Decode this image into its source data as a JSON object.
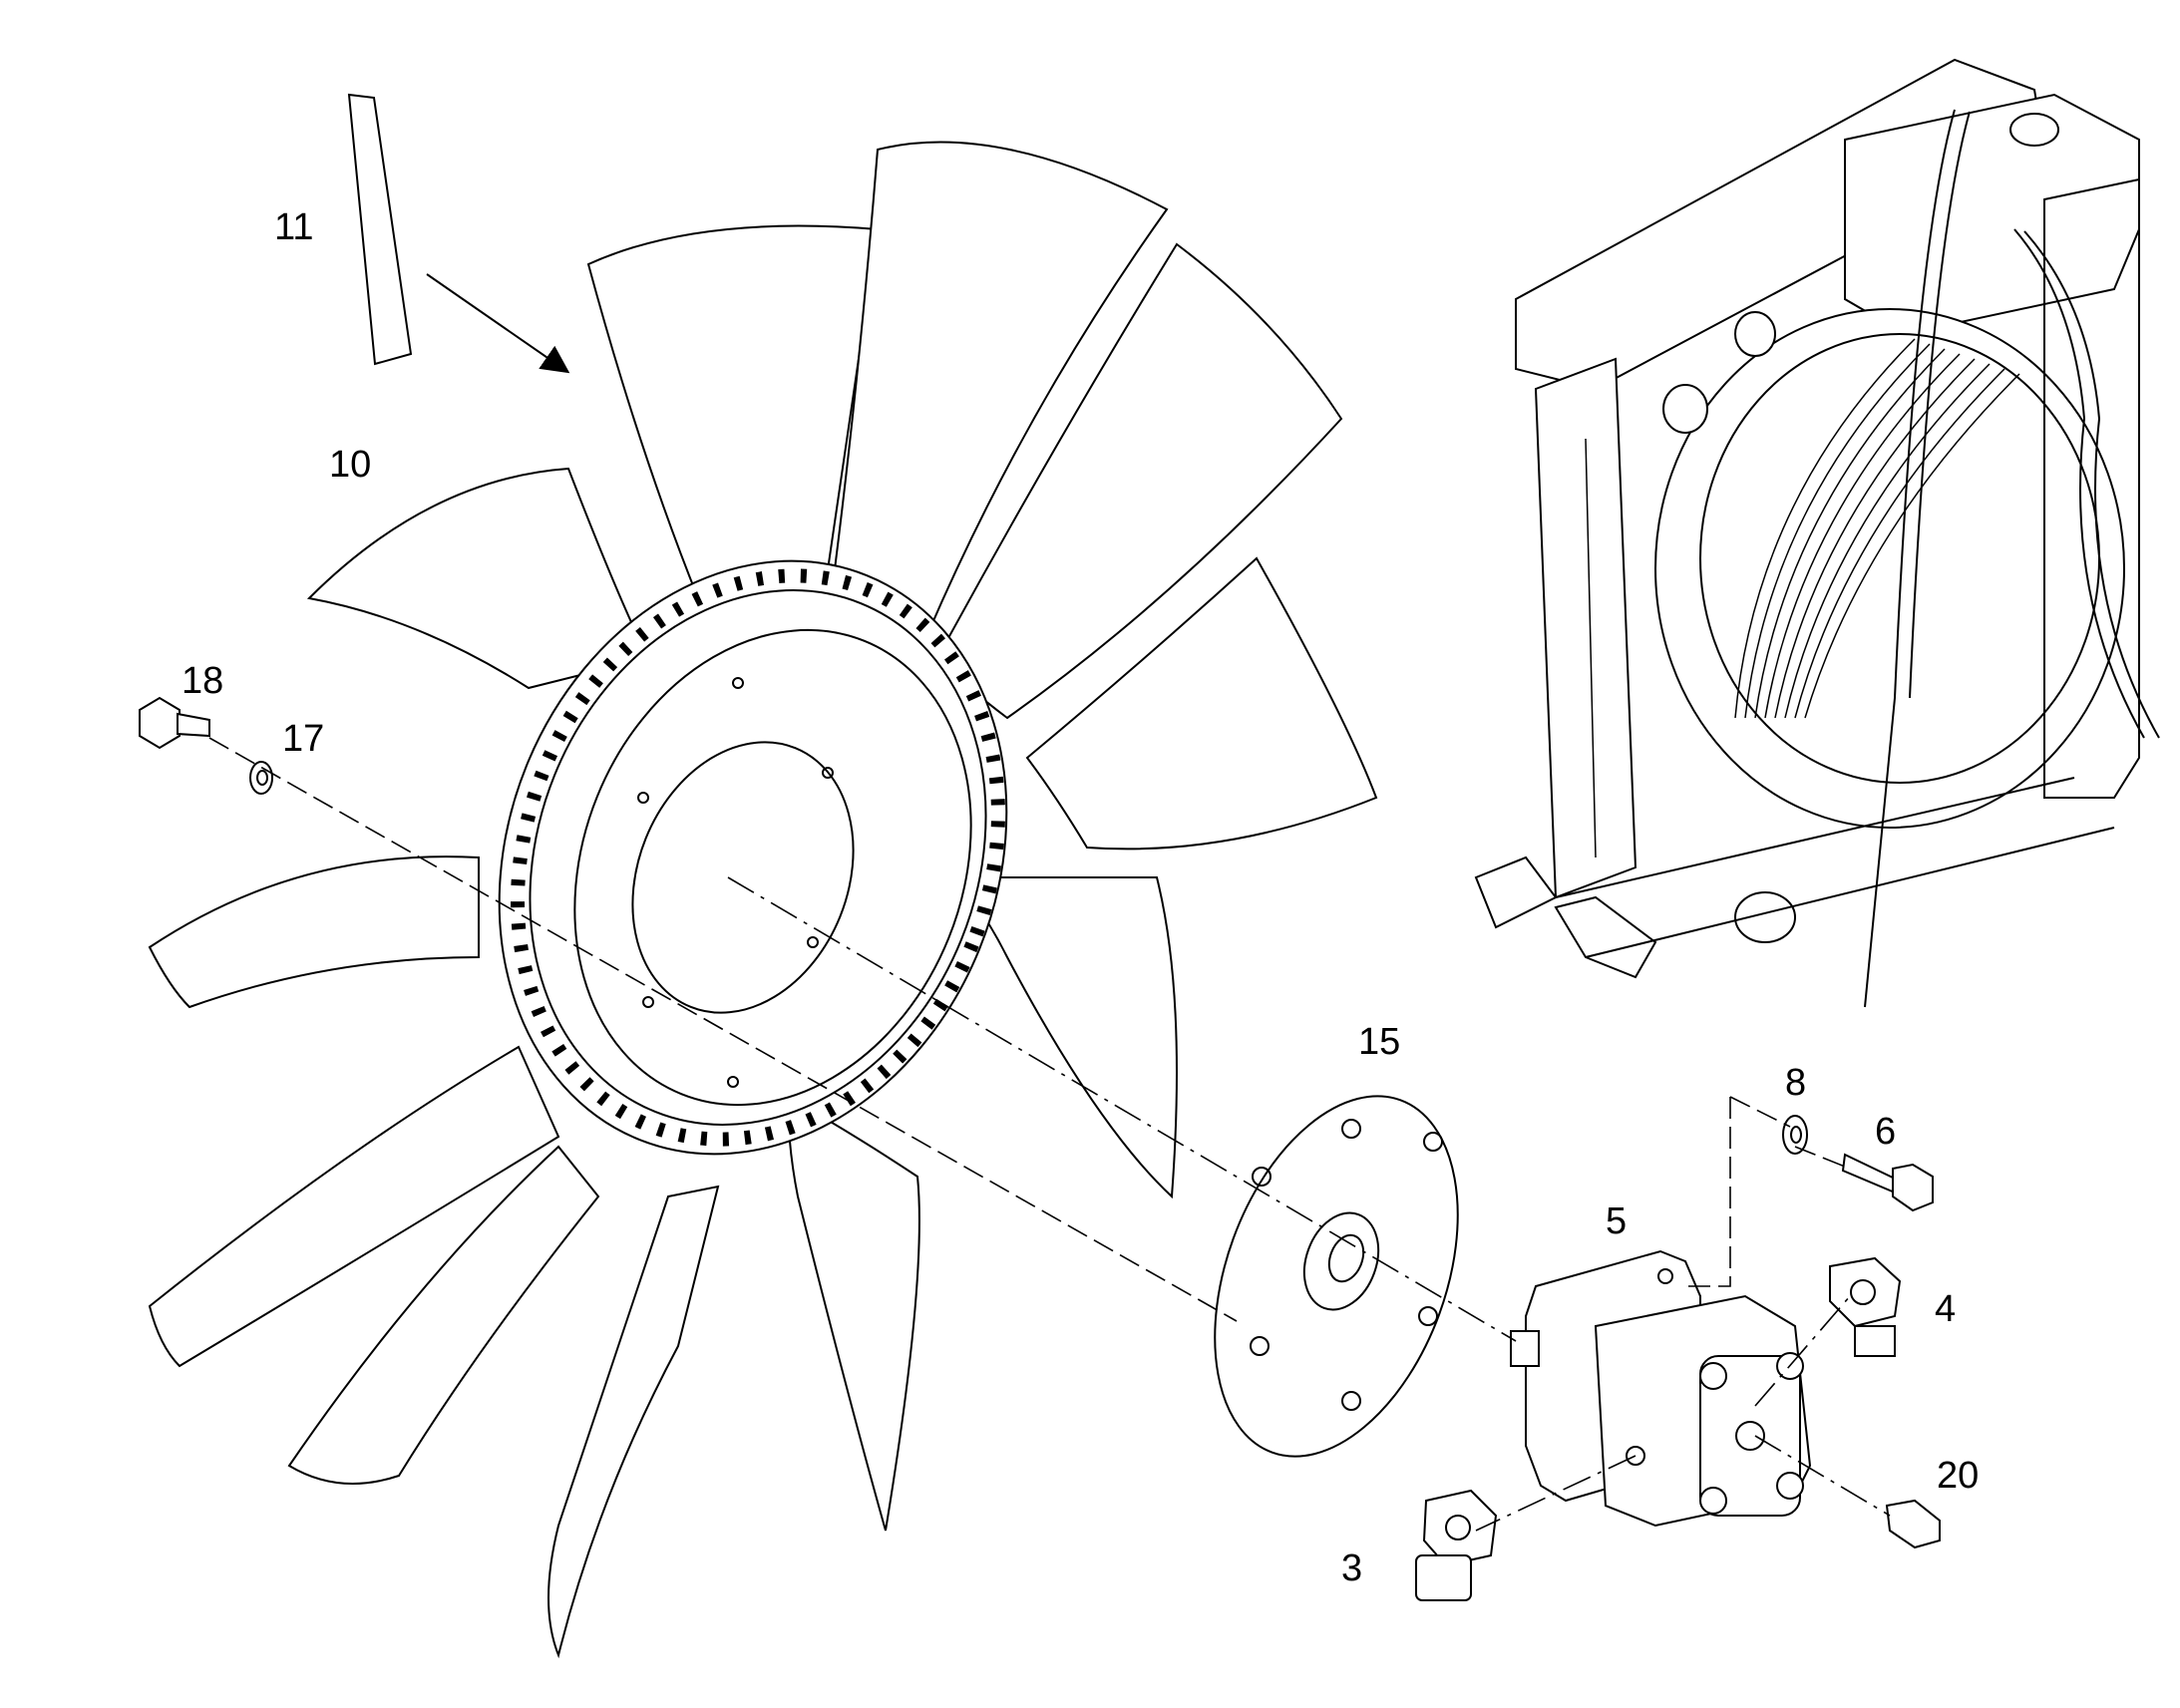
{
  "diagram": {
    "callouts": [
      {
        "id": "c11",
        "text": "11"
      },
      {
        "id": "c10",
        "text": "10"
      },
      {
        "id": "c18",
        "text": "18"
      },
      {
        "id": "c17",
        "text": "17"
      },
      {
        "id": "c15",
        "text": "15"
      },
      {
        "id": "c8",
        "text": "8"
      },
      {
        "id": "c6",
        "text": "6"
      },
      {
        "id": "c5",
        "text": "5"
      },
      {
        "id": "c4",
        "text": "4"
      },
      {
        "id": "c20",
        "text": "20"
      },
      {
        "id": "c3",
        "text": "3"
      }
    ]
  }
}
